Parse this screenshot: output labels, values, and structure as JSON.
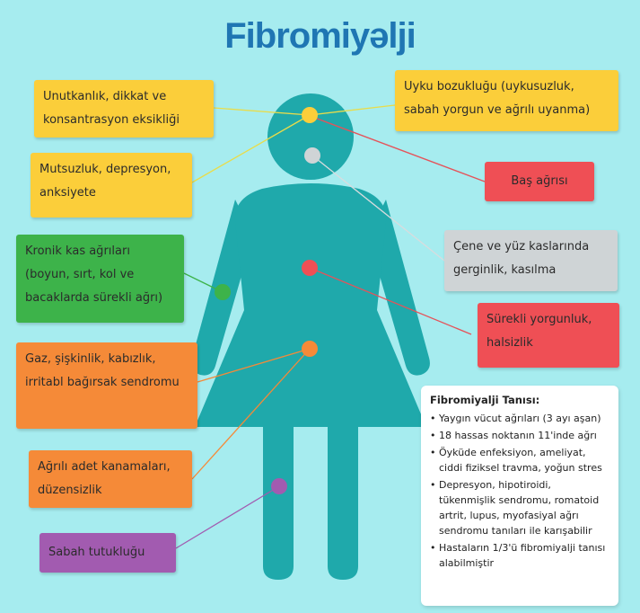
{
  "title": "Fibromiyəlji",
  "symptoms": {
    "memory": "Unutkanlık, dikkat ve konsantrasyon eksikliği",
    "mood": "Mutsuzluk, depresyon, anksiyete",
    "muscle": "Kronik kas ağrıları (boyun, sırt, kol ve bacaklarda sürekli ağrı)",
    "bowel": "Gaz, şişkinlik, kabızlık, irritabl bağırsak sendromu",
    "menstrual": "Ağrılı adet kanamaları, düzensizlik",
    "stiffness": "Sabah tutukluğu",
    "sleep": "Uyku bozukluğu (uykusuzluk, sabah yorgun ve ağrılı uyanma)",
    "headache": "Baş ağrısı",
    "jaw": "Çene ve yüz kaslarında gerginlik, kasılma",
    "fatigue": "Sürekli yorgunluk, halsizlik"
  },
  "diagnosis": {
    "heading": "Fibromiyalji Tanısı:",
    "items": [
      "Yaygın vücut ağrıları (3 ayı aşan)",
      "18 hassas noktanın 11'inde ağrı",
      "Öyküde enfeksiyon, ameliyat, ciddi fiziksel travma, yoğun stres",
      "Depresyon, hipotiroidi, tükenmişlik sendromu, romatoid artrit, lupus, myofasiyal ağrı sendromu tanıları ile karışabilir",
      "Hastaların 1/3'ü fibromiyalji tanısı alabilmiştir"
    ]
  },
  "colors": {
    "background": "#a6ecef",
    "figure": "#1fa9ab",
    "title": "#1f76b3",
    "yellow": "#fbce3a",
    "red": "#ef4f55",
    "gray": "#cfd4d6",
    "green": "#3db34a",
    "orange": "#f58a38",
    "purple": "#a25bb0"
  }
}
